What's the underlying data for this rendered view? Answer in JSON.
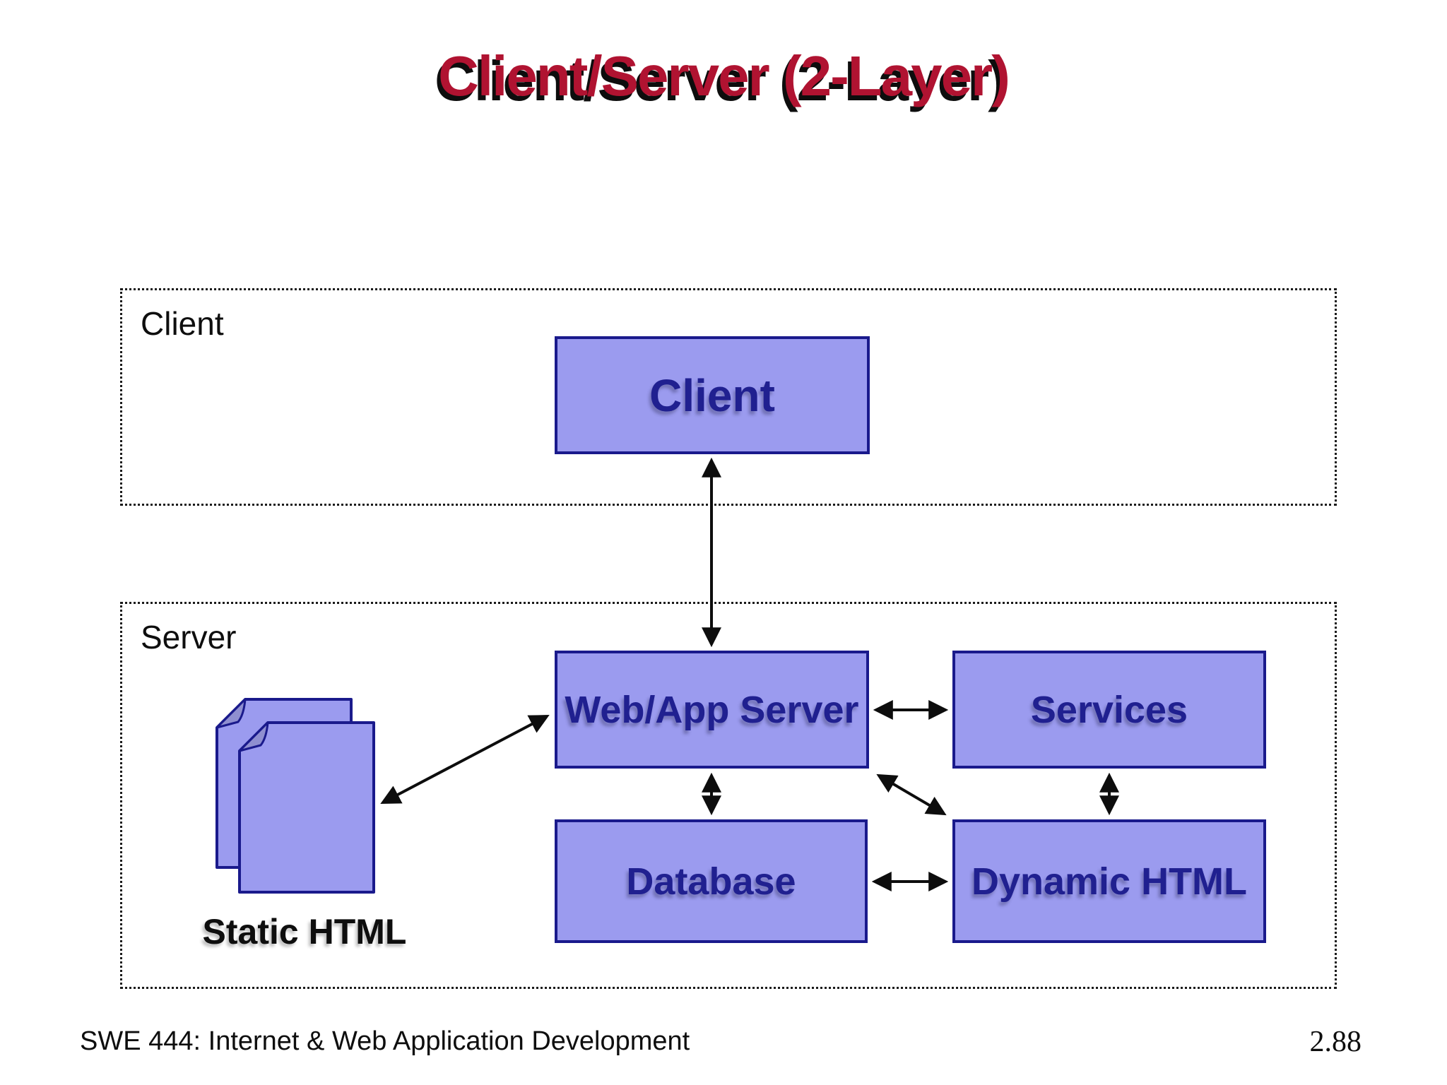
{
  "slide": {
    "title": "Client/Server (2-Layer)",
    "footer_left": "SWE 444: Internet & Web Application Development",
    "page_number": "2.88"
  },
  "containers": {
    "client": {
      "label": "Client"
    },
    "server": {
      "label": "Server"
    }
  },
  "nodes": {
    "client_box": {
      "label": "Client"
    },
    "webapp_box": {
      "label": "Web/App Server"
    },
    "services_box": {
      "label": "Services"
    },
    "database_box": {
      "label": "Database"
    },
    "dynamic_html_box": {
      "label": "Dynamic HTML"
    },
    "static_html": {
      "label": "Static HTML"
    }
  },
  "edges": [
    {
      "from": "Client",
      "to": "Web/App Server",
      "style": "double-arrow-vertical"
    },
    {
      "from": "Static HTML",
      "to": "Web/App Server",
      "style": "double-arrow-diagonal"
    },
    {
      "from": "Web/App Server",
      "to": "Services",
      "style": "double-arrow-horizontal"
    },
    {
      "from": "Web/App Server",
      "to": "Database",
      "style": "double-arrow-vertical"
    },
    {
      "from": "Web/App Server",
      "to": "Dynamic HTML",
      "style": "double-arrow-diagonal"
    },
    {
      "from": "Services",
      "to": "Dynamic HTML",
      "style": "double-arrow-vertical"
    },
    {
      "from": "Database",
      "to": "Dynamic HTML",
      "style": "double-arrow-horizontal"
    }
  ],
  "icons": {
    "static_html_pages": "two overlapping document pages with folded top-left corner"
  },
  "colors": {
    "title_text": "#B01331",
    "title_shadow": "#0d0d0d",
    "box_fill": "#9B9BEF",
    "box_border": "#1A1A8C",
    "box_text": "#202090",
    "page_fold": "#8F8FD0",
    "container_border": "#1a1a1a",
    "arrow": "#0d0d0d",
    "background": "#ffffff"
  }
}
